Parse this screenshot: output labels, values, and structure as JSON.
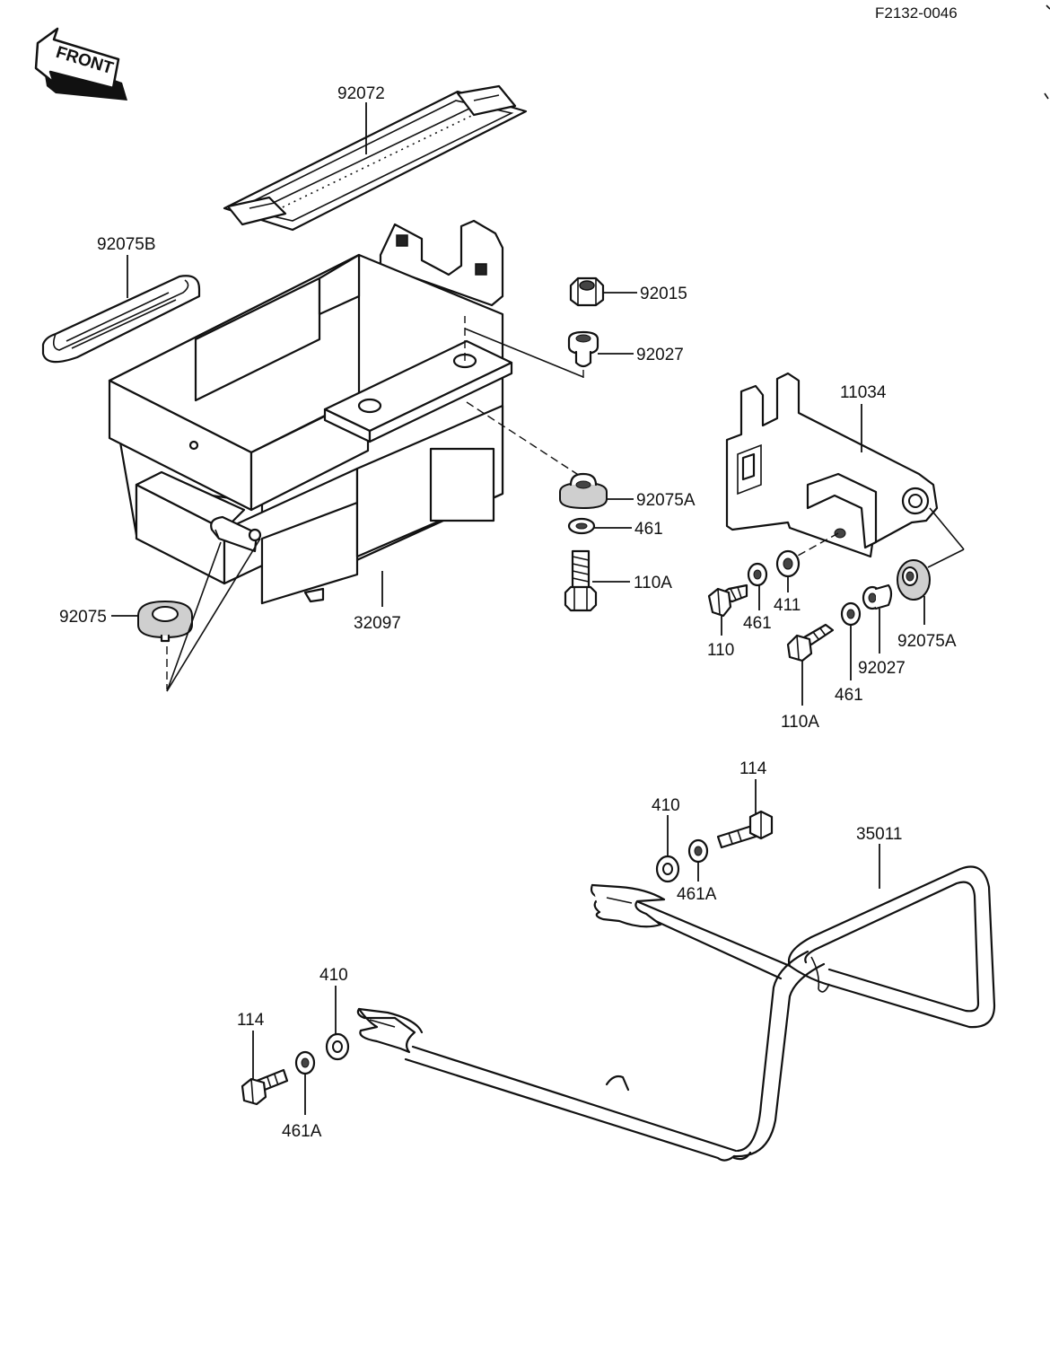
{
  "document_code": "F2132-0046",
  "front_marker": "FRONT",
  "parts": {
    "strap": "92072",
    "pad_upper": "92075B",
    "nut": "92015",
    "collar_upper": "92027",
    "bracket": "11034",
    "damper_upper": "92075A",
    "washer_upper": "461",
    "bolt_upper": "110A",
    "case": "32097",
    "damper_lower": "92075",
    "bolt_110": "110",
    "washer_461_a": "461",
    "washer_411": "411",
    "bolt_110a_lower": "110A",
    "washer_461_b": "461",
    "collar_lower": "92027",
    "damper_right": "92075A",
    "bolt_114_right": "114",
    "washer_410_right": "410",
    "washer_461a_right": "461A",
    "guard": "35011",
    "washer_410_left": "410",
    "bolt_114_left": "114",
    "washer_461a_left": "461A"
  }
}
